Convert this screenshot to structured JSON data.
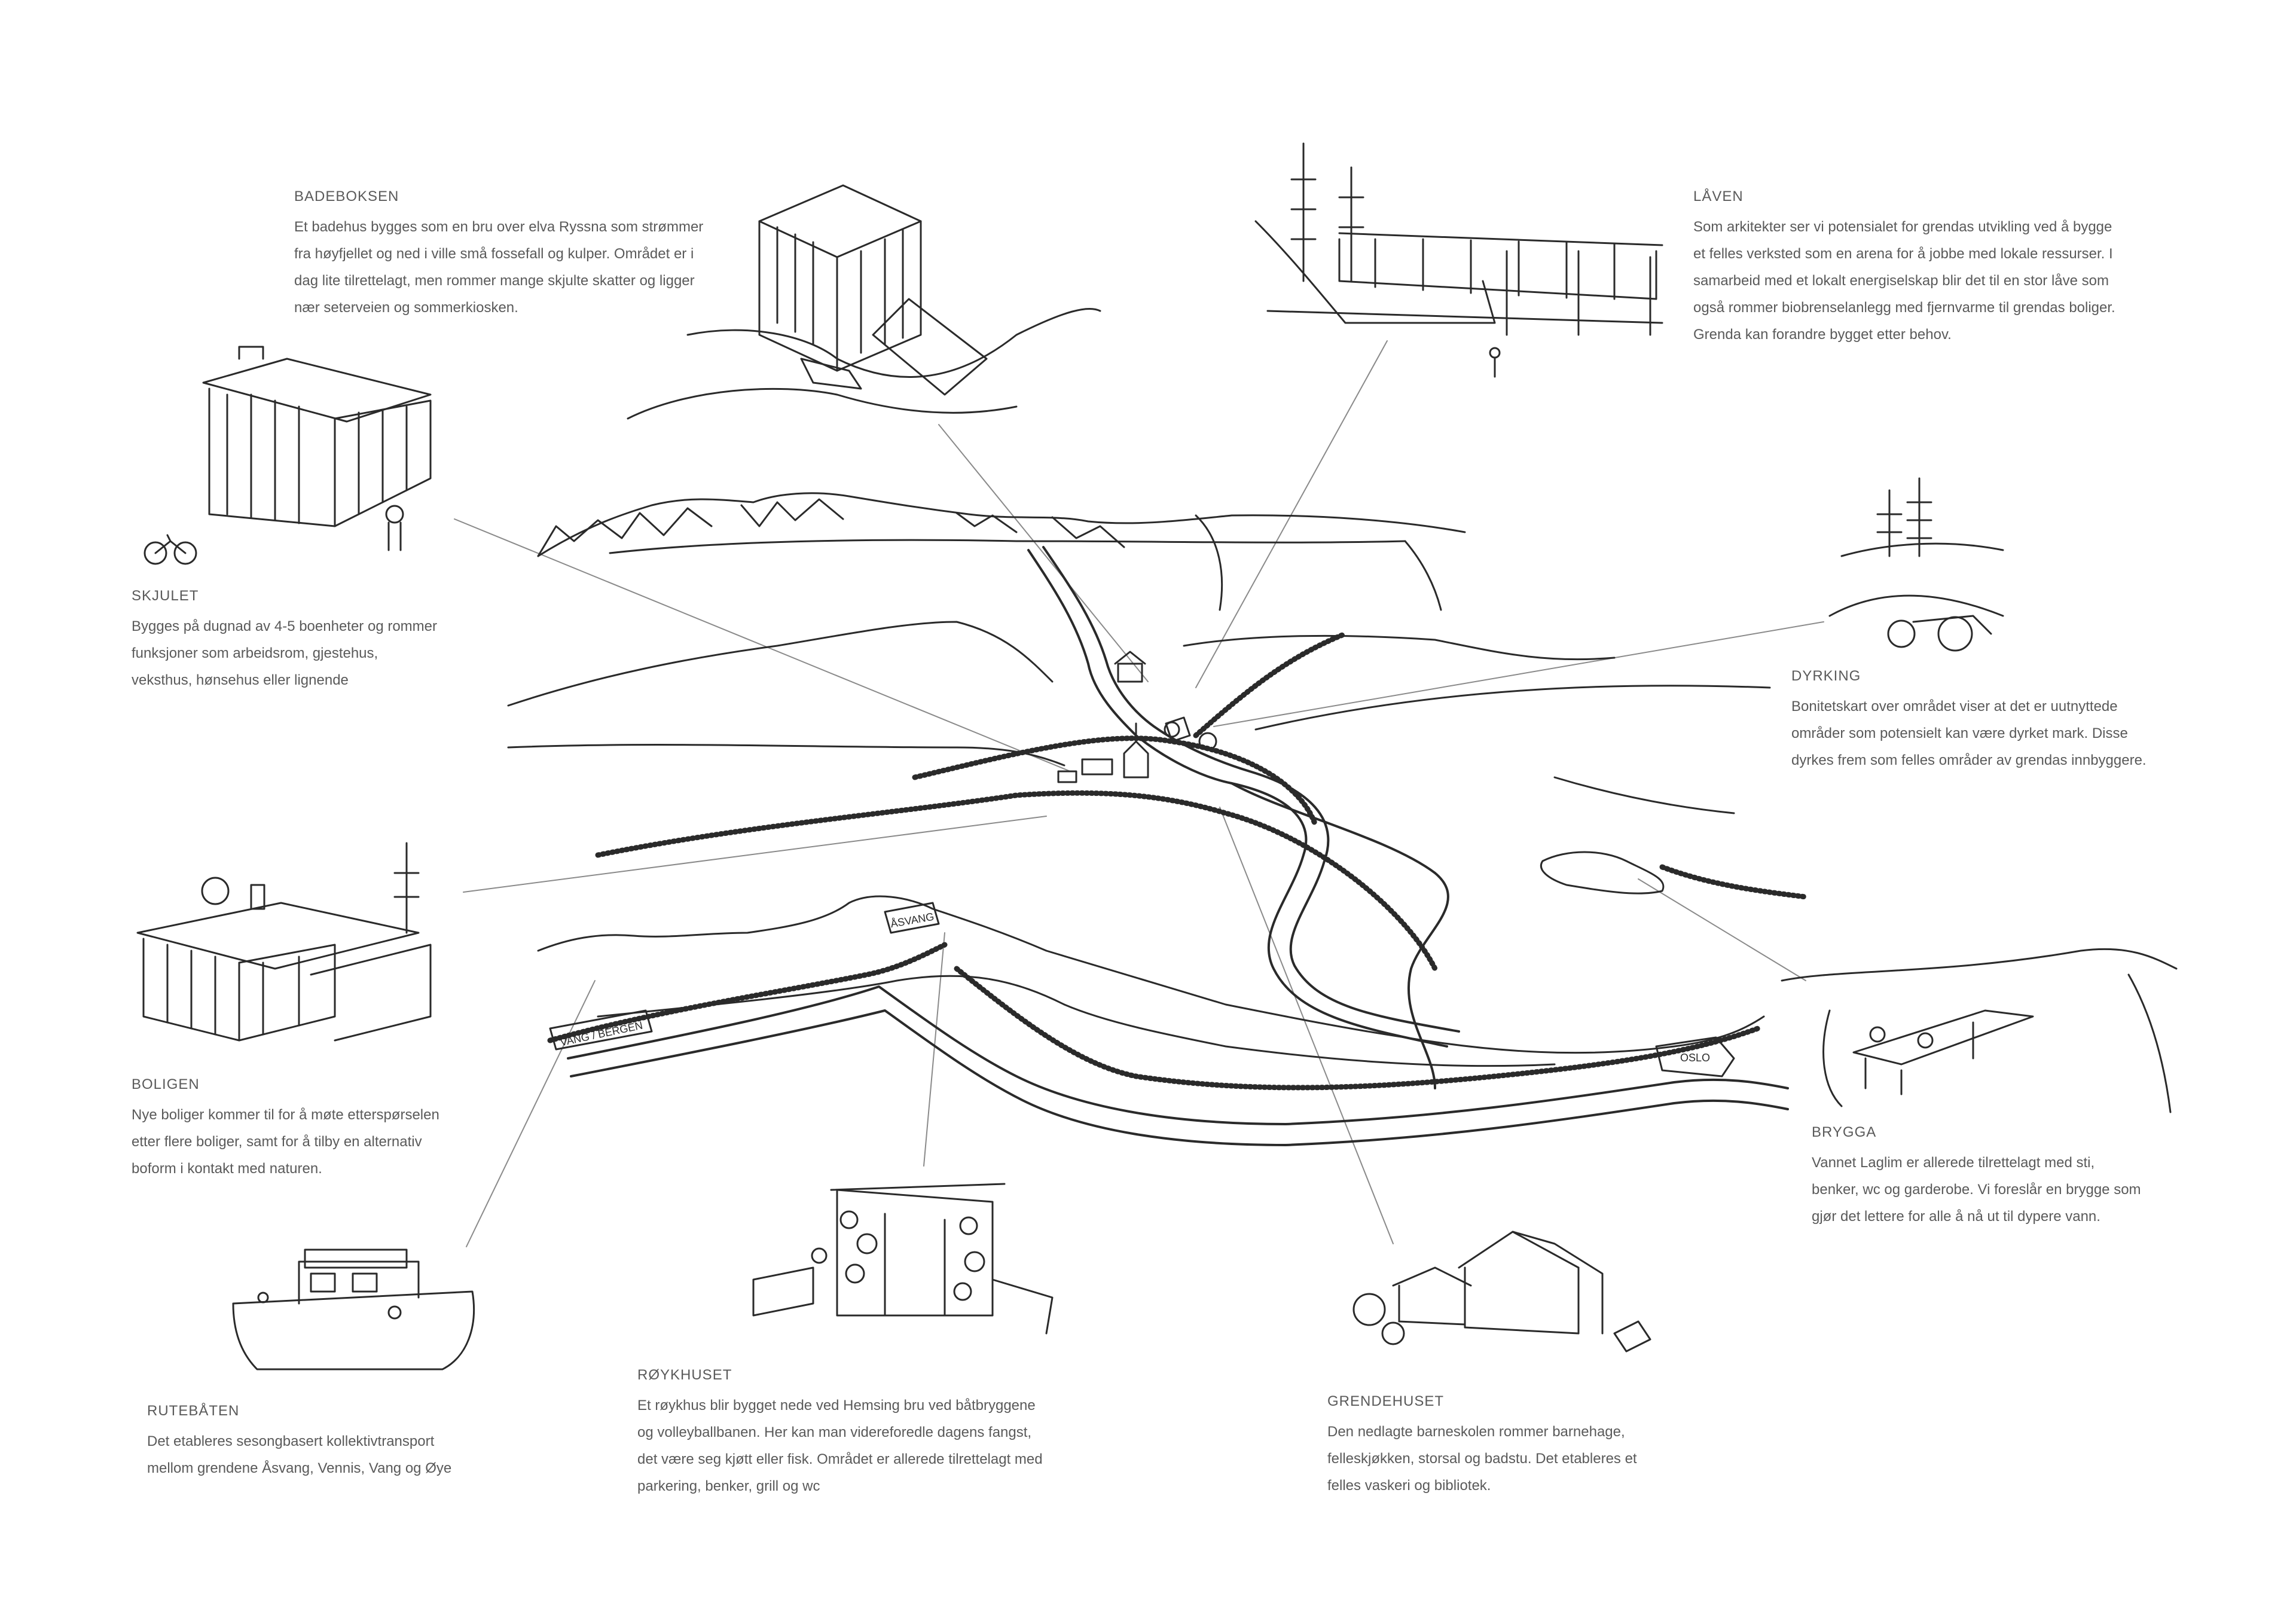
{
  "blocks": {
    "badeboksen": {
      "title": "BADEBOKSEN",
      "lines": [
        "Et badehus bygges som en bru over elva Ryssna som strømmer",
        "fra høyfjellet og ned i ville små fossefall og kulper. Området er i",
        "dag lite tilrettelagt, men rommer mange skjulte skatter og ligger",
        "nær seterveien og sommerkiosken."
      ]
    },
    "laven": {
      "title": "LÅVEN",
      "lines": [
        "Som arkitekter ser vi potensialet for grendas utvikling ved å bygge",
        "et felles verksted som en arena for å jobbe med lokale ressurser. I",
        "samarbeid med et lokalt energiselskap blir det til en stor låve som",
        "også rommer biobrenselanlegg med fjernvarme til grendas boliger.",
        "Grenda kan forandre bygget etter behov."
      ]
    },
    "skjulet": {
      "title": "SKJULET",
      "lines": [
        "Bygges på dugnad av 4-5 boenheter og rommer",
        "funksjoner som arbeidsrom, gjestehus,",
        "veksthus, hønsehus eller lignende"
      ]
    },
    "dyrking": {
      "title": "DYRKING",
      "lines": [
        "Bonitetskart over området viser at det er uutnyttede",
        "områder som potensielt kan være dyrket mark. Disse",
        "dyrkes frem som felles områder av grendas innbyggere."
      ]
    },
    "boligen": {
      "title": "BOLIGEN",
      "lines": [
        "Nye boliger kommer til for å møte etterspørselen",
        "etter flere boliger, samt for å tilby en alternativ",
        "boform i kontakt med naturen."
      ]
    },
    "brygga": {
      "title": "BRYGGA",
      "lines": [
        "Vannet Laglim er allerede tilrettelagt med sti,",
        "benker, wc og garderobe. Vi foreslår en brygge som",
        "gjør det lettere for alle å nå ut til dypere vann."
      ]
    },
    "rutebaten": {
      "title": "RUTEBÅTEN",
      "lines": [
        "Det etableres sesongbasert kollektivtransport",
        "mellom grendene Åsvang, Vennis, Vang og Øye"
      ]
    },
    "roykhuset": {
      "title": "RØYKHUSET",
      "lines": [
        "Et røykhus blir bygget nede ved Hemsing bru ved båtbryggene",
        "og volleyballbanen. Her kan man videreforedle dagens fangst,",
        "det være seg kjøtt eller fisk. Området er allerede tilrettelagt med",
        "parkering, benker, grill og wc"
      ]
    },
    "grendehuset": {
      "title": "GRENDEHUSET",
      "lines": [
        "Den nedlagte barneskolen rommer barnehage,",
        "felleskjøkken, storsal og badstu. Det etableres et",
        "felles vaskeri og bibliotek."
      ]
    }
  },
  "map_labels": {
    "vang_bergen": "VANG / BERGEN",
    "asvang": "ÅSVANG",
    "oslo": "OSLO"
  },
  "colors": {
    "ink": "#2a2a2a",
    "text": "#5a5a5a",
    "leader": "#8a8a8a",
    "paper": "#ffffff"
  }
}
